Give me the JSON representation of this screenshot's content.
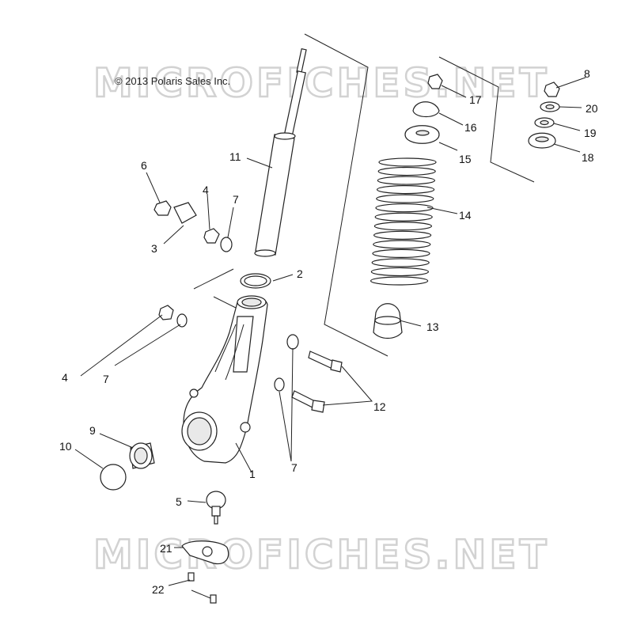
{
  "copyright": "© 2013 Polaris Sales Inc.",
  "watermark": "MICROFICHES.NET",
  "callouts": {
    "c1": "1",
    "c2": "2",
    "c3": "3",
    "c4a": "4",
    "c4b": "4",
    "c5": "5",
    "c6": "6",
    "c7a": "7",
    "c7b": "7",
    "c7c": "7",
    "c8": "8",
    "c9": "9",
    "c10": "10",
    "c11": "11",
    "c12": "12",
    "c13": "13",
    "c14": "14",
    "c15": "15",
    "c16": "16",
    "c17": "17",
    "c18": "18",
    "c19": "19",
    "c20": "20",
    "c21": "21",
    "c22": "22"
  },
  "colors": {
    "line": "#222222",
    "watermark": "#d2d2d2",
    "background": "#ffffff"
  }
}
